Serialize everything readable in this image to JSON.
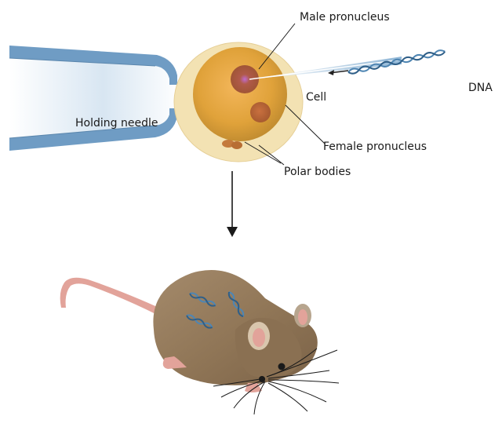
{
  "labels": {
    "male_pronucleus": "Male pronucleus",
    "female_pronucleus": "Female pronucleus",
    "cell": "Cell",
    "dna": "DNA",
    "holding_needle": "Holding needle",
    "polar_bodies": "Polar bodies"
  },
  "colors": {
    "needle_blue": "#6f9cc4",
    "cell_gold": "#e0a740",
    "zona": "#f3e2b3",
    "mouse_body": "#8f7556",
    "mouse_pink": "#e2a39a",
    "dna_blue": "#4f86b3"
  }
}
